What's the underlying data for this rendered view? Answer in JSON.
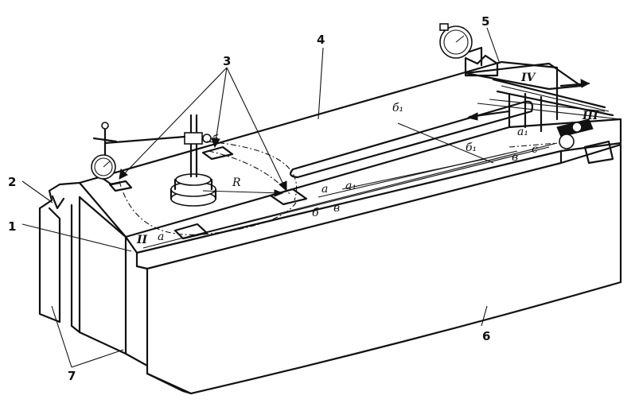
{
  "callouts": {
    "c1": "1",
    "c2": "2",
    "c3": "3",
    "c4": "4",
    "c5": "5",
    "c6": "6",
    "c7": "7"
  },
  "positions": {
    "II": "II",
    "III": "III",
    "IV": "IV"
  },
  "marks": {
    "a_left": "а",
    "a_mid": "а",
    "a1_mid": "а₁",
    "a1_right": "а₁",
    "b_top": "б",
    "b_mid": "б",
    "b1_top": "б₁",
    "b1_mid": "б₁",
    "v_mid": "в",
    "v_right": "в",
    "s_right": "с",
    "R": "R"
  }
}
